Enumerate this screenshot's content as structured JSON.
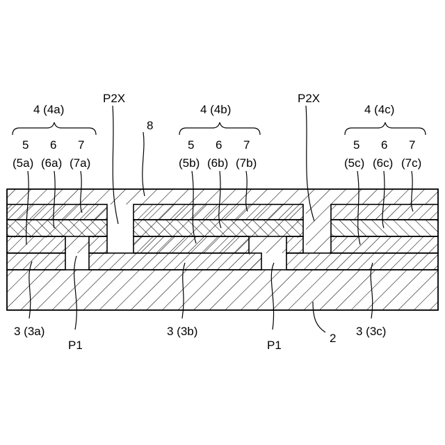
{
  "groups": {
    "left": "4 (4a)",
    "middle": "4 (4b)",
    "right": "4 (4c)"
  },
  "layer_labels": {
    "left": {
      "n5": "5",
      "n6": "6",
      "n7": "7",
      "s5": "(5a)",
      "s6": "(6a)",
      "s7": "(7a)"
    },
    "middle": {
      "n5": "5",
      "n6": "6",
      "n7": "7",
      "s5": "(5b)",
      "s6": "(6b)",
      "s7": "(7b)"
    },
    "right": {
      "n5": "5",
      "n6": "6",
      "n7": "7",
      "s5": "(5c)",
      "s6": "(6c)",
      "s7": "(7c)"
    }
  },
  "scribe_labels": {
    "p2x_left": "P2X",
    "p2x_right": "P2X",
    "p1_left": "P1",
    "p1_right": "P1"
  },
  "other_labels": {
    "layer8": "8",
    "substrate": "2",
    "elec_a": "3 (3a)",
    "elec_b": "3 (3b)",
    "elec_c": "3 (3c)"
  }
}
